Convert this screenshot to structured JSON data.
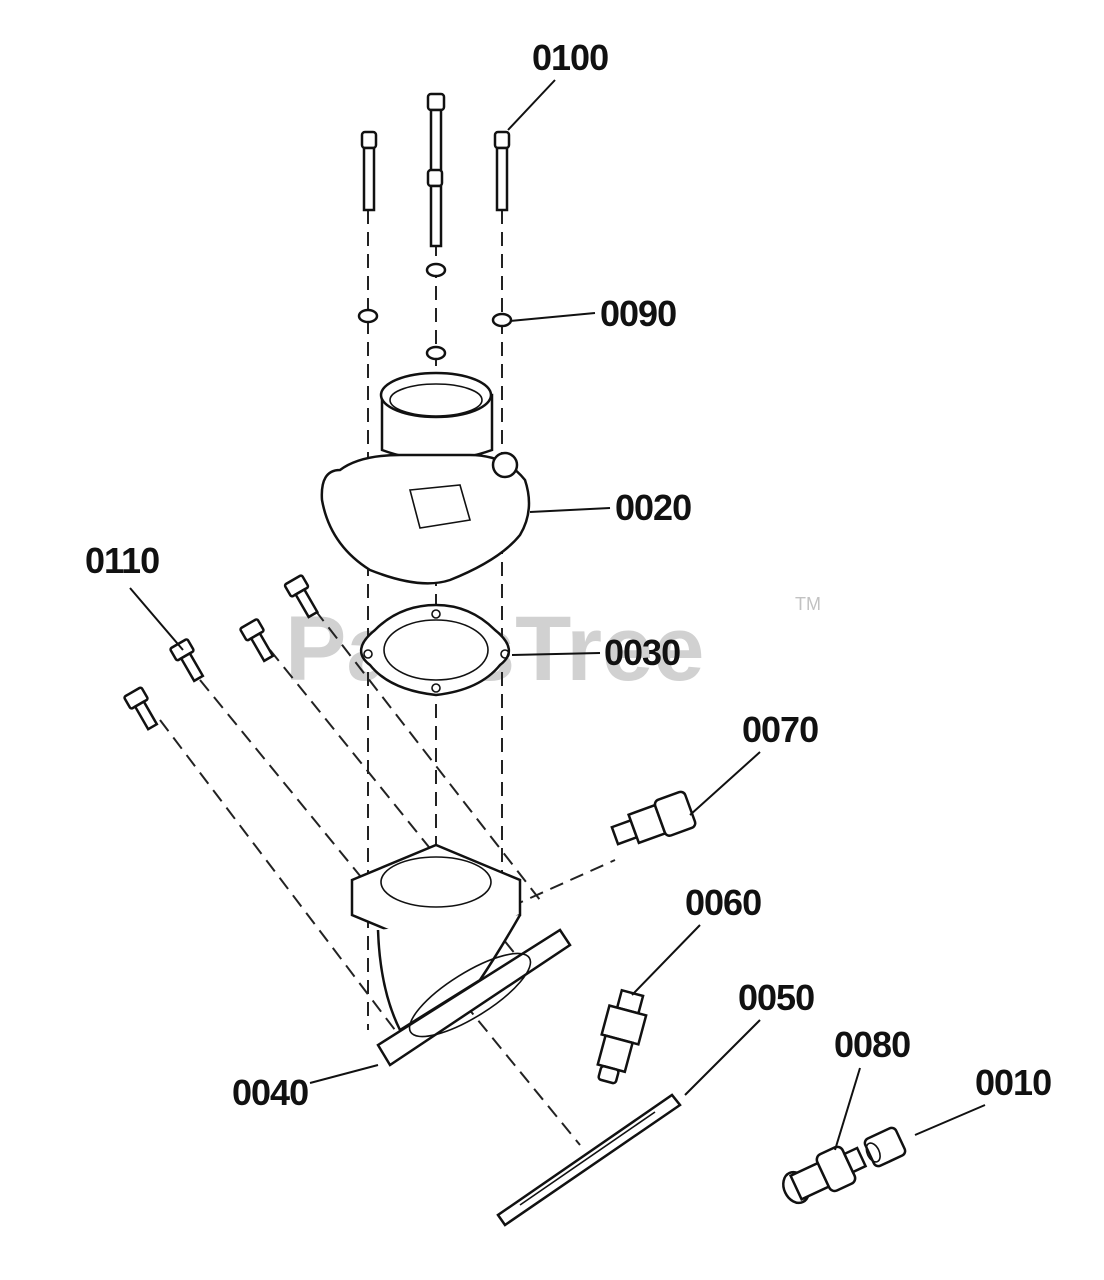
{
  "watermark": {
    "text": "PartsTree",
    "trademark": "TM"
  },
  "labels": {
    "p0100": "0100",
    "p0090": "0090",
    "p0020": "0020",
    "p0110": "0110",
    "p0030": "0030",
    "p0070": "0070",
    "p0060": "0060",
    "p0050": "0050",
    "p0040": "0040",
    "p0080": "0080",
    "p0010": "0010"
  },
  "colors": {
    "ink": "#111111",
    "watermark": "#9a9a9a",
    "background": "#ffffff"
  }
}
